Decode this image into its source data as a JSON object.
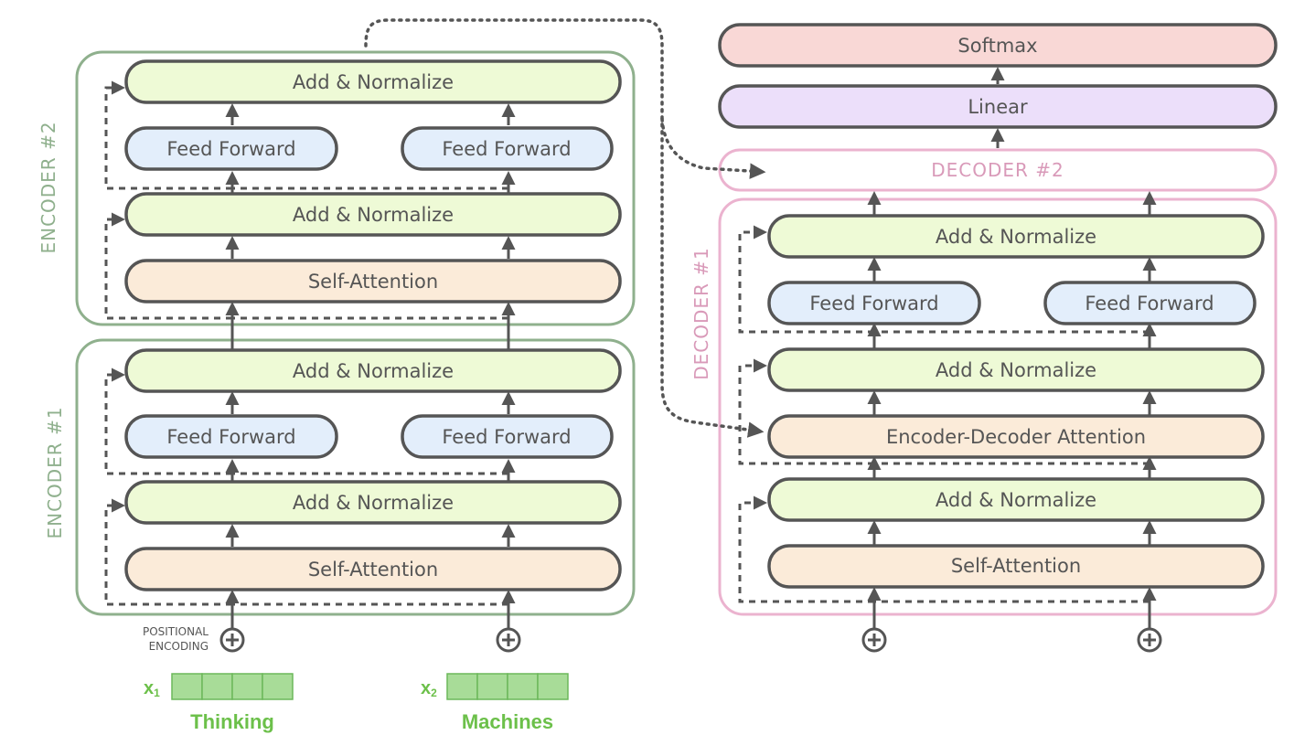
{
  "encoder2": {
    "title": "ENCODER #2",
    "add_norm_top": "Add & Normalize",
    "ff_left": "Feed Forward",
    "ff_right": "Feed Forward",
    "add_norm_mid": "Add & Normalize",
    "self_attention": "Self-Attention"
  },
  "encoder1": {
    "title": "ENCODER #1",
    "add_norm_top": "Add & Normalize",
    "ff_left": "Feed Forward",
    "ff_right": "Feed Forward",
    "add_norm_mid": "Add & Normalize",
    "self_attention": "Self-Attention"
  },
  "positional_encoding": {
    "line1": "POSITIONAL",
    "line2": "ENCODING"
  },
  "inputs": [
    {
      "var": "x",
      "sub": "1",
      "word": "Thinking"
    },
    {
      "var": "x",
      "sub": "2",
      "word": "Machines"
    }
  ],
  "decoder2": {
    "title": "DECODER #2"
  },
  "decoder1": {
    "title": "DECODER #1",
    "add_norm_top": "Add & Normalize",
    "ff_left": "Feed Forward",
    "ff_right": "Feed Forward",
    "add_norm_2": "Add & Normalize",
    "enc_dec_attention": "Encoder-Decoder Attention",
    "add_norm_1": "Add & Normalize",
    "self_attention": "Self-Attention"
  },
  "output": {
    "linear": "Linear",
    "softmax": "Softmax"
  },
  "colors": {
    "add_normalize": "#eefad6",
    "feed_forward": "#e3eefb",
    "attention": "#fbebd9",
    "linear": "#ecdffa",
    "softmax": "#f9d8d6",
    "encoder_frame": "#8fb08d",
    "decoder_frame": "#ebb3cf",
    "input_text": "#6cc04a"
  }
}
